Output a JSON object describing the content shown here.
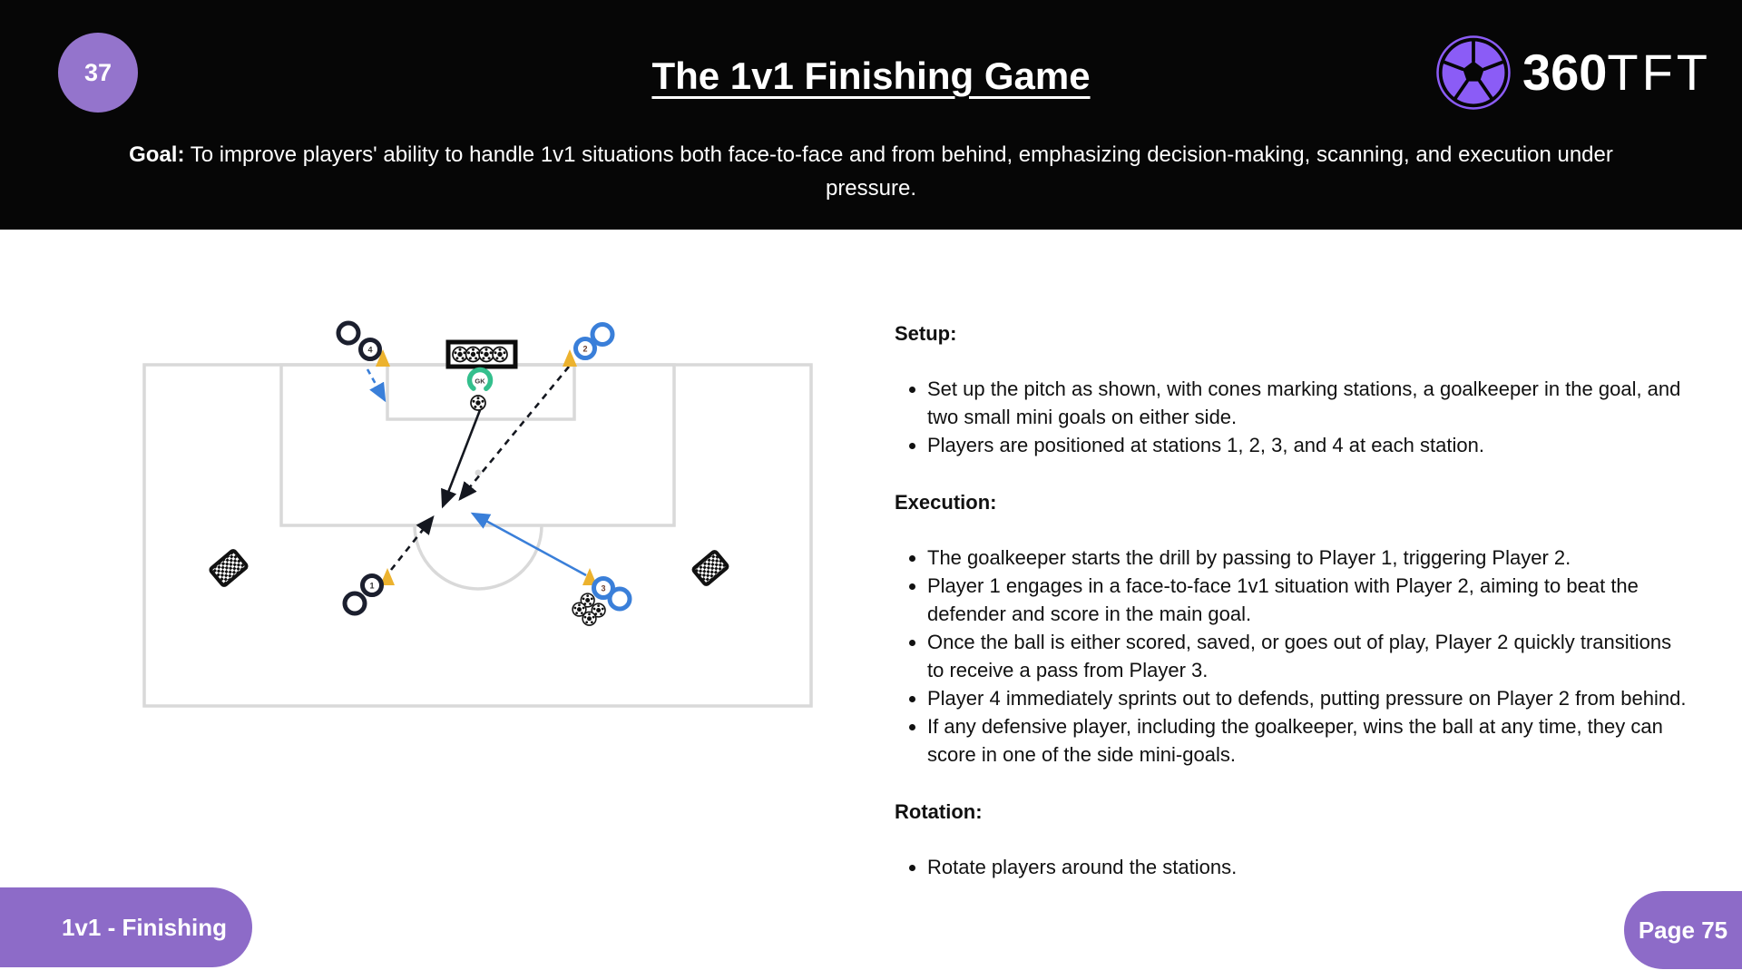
{
  "header": {
    "badge": "37",
    "title": "The 1v1 Finishing Game",
    "goal_label": "Goal:",
    "goal_text": "To improve players' ability to handle 1v1 situations both face-to-face and from behind, emphasizing decision-making, scanning, and execution under pressure."
  },
  "logo": {
    "brand_bold": "360",
    "brand_light": "TFT",
    "ball_color": "#8b5cf6"
  },
  "diagram": {
    "gk_label": "GK",
    "station_labels": {
      "s1": "1",
      "s2": "2",
      "s3": "3",
      "s4": "4"
    },
    "colors": {
      "team_dark": "#1b1f2e",
      "team_blue": "#3a7fd9",
      "gk_green": "#34bf8d",
      "cone_yellow": "#ecb22e",
      "pitch_line": "#d9d9d9"
    }
  },
  "sections": [
    {
      "heading": "Setup:",
      "bullets": [
        "Set up the pitch as shown, with cones marking stations, a goalkeeper in the goal, and two small mini goals on either side.",
        "Players are positioned at stations 1, 2, 3, and 4 at each station."
      ]
    },
    {
      "heading": "Execution:",
      "bullets": [
        "The goalkeeper starts the drill by passing to Player 1, triggering Player 2.",
        "Player 1 engages in a face-to-face 1v1 situation with Player 2, aiming to beat the defender and score in the main goal.",
        "Once the ball is either scored, saved, or goes out of play, Player 2 quickly transitions to receive a pass from Player 3.",
        "Player 4 immediately sprints out to defends, putting pressure on Player 2 from behind.",
        "If any defensive player, including the goalkeeper, wins the ball at any time, they can score in one of the side mini-goals."
      ]
    },
    {
      "heading": "Rotation:",
      "bullets": [
        "Rotate players around the stations."
      ]
    }
  ],
  "footer": {
    "left_pill": "1v1 - Finishing",
    "right_pill": "Page 75",
    "pill_color": "#8d6bc8"
  }
}
